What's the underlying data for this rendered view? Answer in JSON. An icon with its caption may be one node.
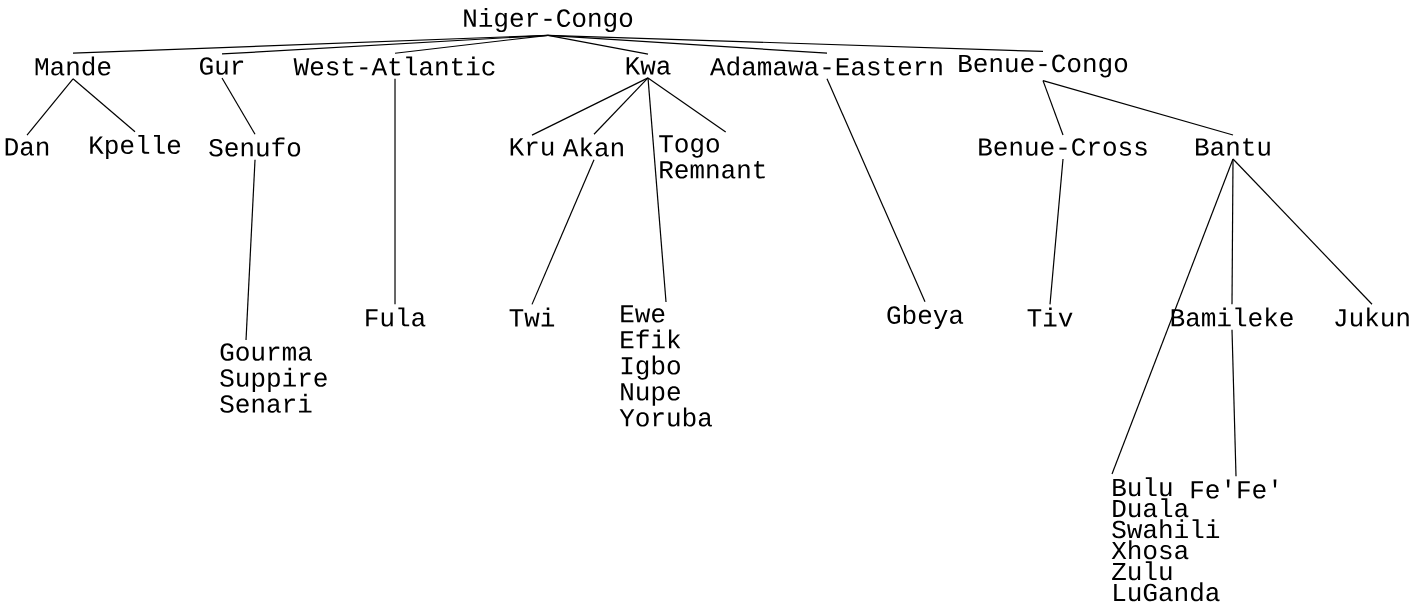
{
  "diagram": {
    "nodes": [
      {
        "text": [
          "Niger-Congo"
        ]
      },
      {
        "text": [
          "Mande"
        ]
      },
      {
        "text": [
          "Gur"
        ]
      },
      {
        "text": [
          "West-Atlantic"
        ]
      },
      {
        "text": [
          "Kwa"
        ]
      },
      {
        "text": [
          "Adamawa-Eastern"
        ]
      },
      {
        "text": [
          "Benue-Congo"
        ]
      },
      {
        "text": [
          "Dan"
        ]
      },
      {
        "text": [
          "Kpelle"
        ]
      },
      {
        "text": [
          "Senufo"
        ]
      },
      {
        "text": [
          "Gourma",
          "Suppire",
          "Senari"
        ]
      },
      {
        "text": [
          "Fula"
        ]
      },
      {
        "text": [
          "Kru"
        ]
      },
      {
        "text": [
          "Akan"
        ]
      },
      {
        "text": [
          "Togo Remnant"
        ]
      },
      {
        "text": [
          "Twi"
        ]
      },
      {
        "text": [
          "Ewe",
          "Efik",
          "Igbo",
          "Nupe",
          "Yoruba"
        ]
      },
      {
        "text": [
          "Gbeya"
        ]
      },
      {
        "text": [
          "Benue-Cross"
        ]
      },
      {
        "text": [
          "Bantu"
        ]
      },
      {
        "text": [
          "Tiv"
        ]
      },
      {
        "text": [
          "Bamileke"
        ]
      },
      {
        "text": [
          "Jukun"
        ]
      },
      {
        "text": [
          "Bulu",
          "Duala",
          "Swahili",
          "Xhosa",
          "Zulu",
          "LuGanda"
        ]
      },
      {
        "text": [
          "Fe'Fe'"
        ]
      }
    ],
    "edges": [
      {
        "from": 0,
        "to": 1,
        "arrow": "none"
      },
      {
        "from": 0,
        "to": 2,
        "arrow": "none"
      },
      {
        "from": 0,
        "to": 3,
        "arrow": "none"
      },
      {
        "from": 0,
        "to": 4,
        "arrow": "none"
      },
      {
        "from": 0,
        "to": 5,
        "arrow": "none"
      },
      {
        "from": 0,
        "to": 6,
        "arrow": "none"
      },
      {
        "from": 1,
        "to": 7,
        "arrow": "none"
      },
      {
        "from": 1,
        "to": 8,
        "arrow": "none"
      },
      {
        "from": 2,
        "to": 9,
        "arrow": "none"
      },
      {
        "from": 9,
        "to": 10,
        "arrow": "none"
      },
      {
        "from": 3,
        "to": 11,
        "arrow": "none"
      },
      {
        "from": 4,
        "to": 12,
        "arrow": "none"
      },
      {
        "from": 4,
        "to": 13,
        "arrow": "none"
      },
      {
        "from": 4,
        "to": 16,
        "arrow": "none"
      },
      {
        "from": 4,
        "to": 14,
        "arrow": "none"
      },
      {
        "from": 13,
        "to": 15,
        "arrow": "none"
      },
      {
        "from": 5,
        "to": 17,
        "arrow": "none"
      },
      {
        "from": 6,
        "to": 18,
        "arrow": "none"
      },
      {
        "from": 6,
        "to": 19,
        "arrow": "none"
      },
      {
        "from": 18,
        "to": 20,
        "arrow": "none"
      },
      {
        "from": 19,
        "to": 23,
        "arrow": "none"
      },
      {
        "from": 19,
        "to": 21,
        "arrow": "none"
      },
      {
        "from": 19,
        "to": 22,
        "arrow": "none"
      },
      {
        "from": 21,
        "to": 24,
        "arrow": "none"
      }
    ]
  }
}
